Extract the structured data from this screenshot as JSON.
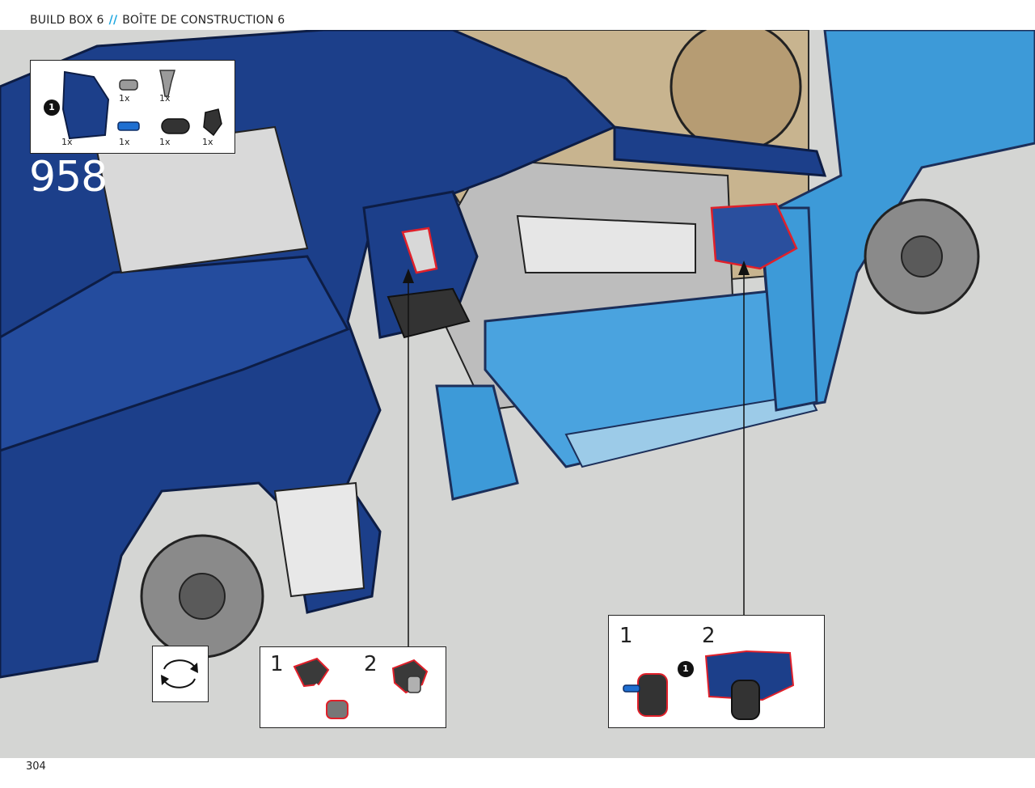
{
  "header": {
    "left": "BUILD BOX 6",
    "separator": "//",
    "right": "BOÎTE DE CONSTRUCTION 6"
  },
  "step": {
    "number": "958"
  },
  "parts_list": {
    "items": [
      {
        "name": "dark-blue-panel-part",
        "qty": "1x",
        "badge": "1"
      },
      {
        "name": "grey-axle-pin-part",
        "qty": "1x"
      },
      {
        "name": "grey-ball-joint-part",
        "qty": "1x"
      },
      {
        "name": "blue-axle-pin-part",
        "qty": "1x"
      },
      {
        "name": "black-double-beam-part",
        "qty": "1x"
      },
      {
        "name": "black-angle-connector-part",
        "qty": "1x"
      }
    ]
  },
  "callout_left": {
    "sub_steps": [
      "1",
      "2"
    ]
  },
  "callout_right": {
    "sub_steps": [
      "1",
      "2"
    ],
    "badge": "1"
  },
  "rotate_icon": "rotate-model-icon",
  "page_number": "304",
  "colors": {
    "dark_blue": "#1c3f8a",
    "light_blue": "#3d9ad8",
    "tan": "#c8b48f",
    "background": "#d4d5d3",
    "highlight_red": "#e0202a",
    "accent_cyan": "#1aa6e0"
  }
}
